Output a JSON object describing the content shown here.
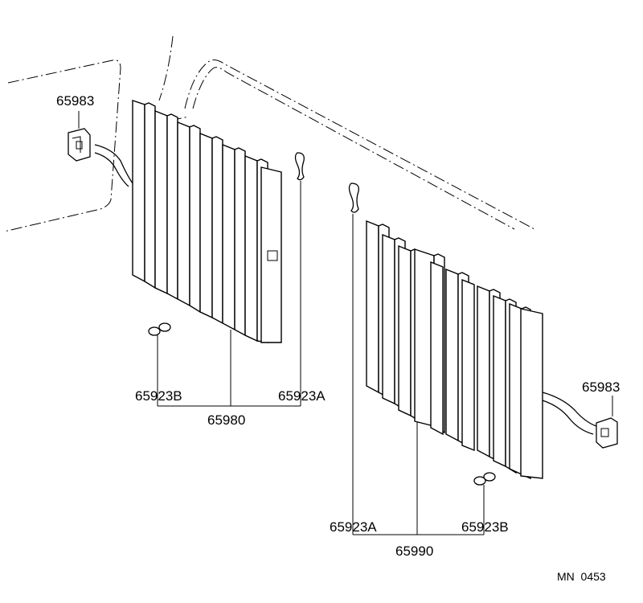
{
  "labels": {
    "retainer_left": "65983",
    "retainer_right": "65983",
    "clip_b_left": "65923B",
    "clip_a_left": "65923A",
    "louver_left": "65980",
    "clip_a_right": "65923A",
    "clip_b_right": "65923B",
    "louver_right": "65990"
  },
  "reference": "MN  0453"
}
